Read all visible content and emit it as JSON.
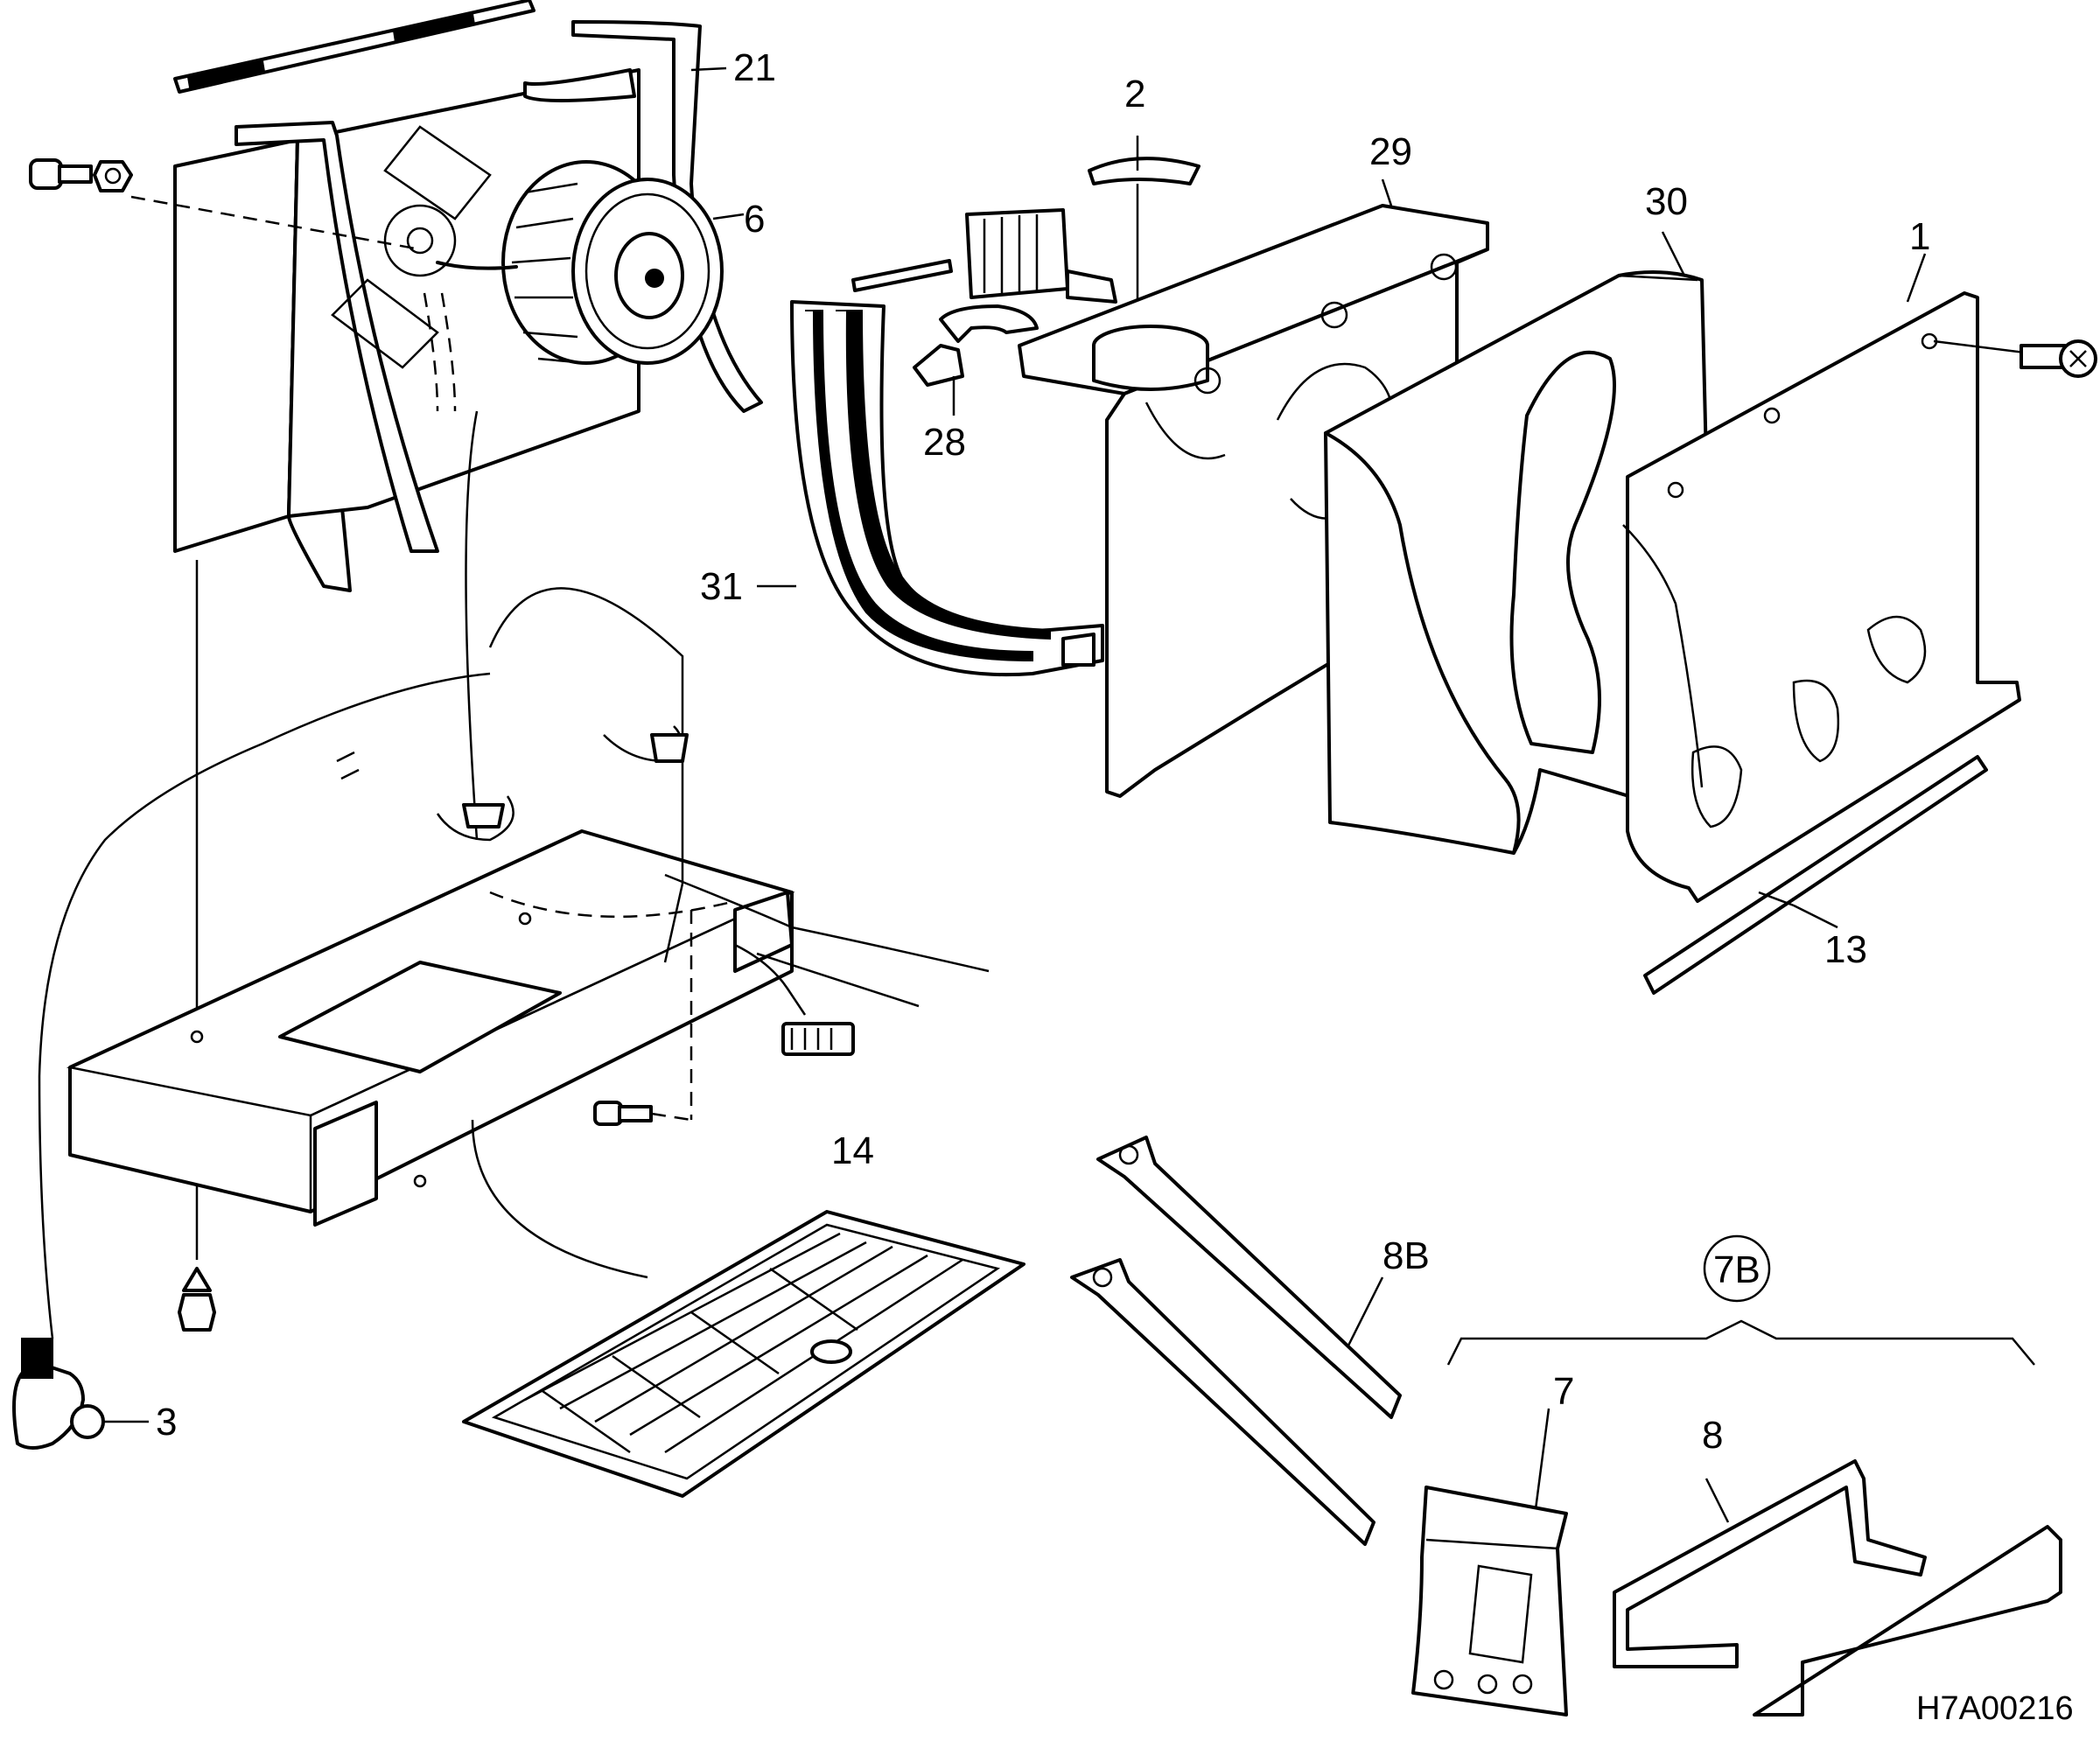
{
  "drawing_code": "H7A00216",
  "callouts": [
    {
      "id": "label-21",
      "text": "21"
    },
    {
      "id": "label-6",
      "text": "6"
    },
    {
      "id": "label-2",
      "text": "2"
    },
    {
      "id": "label-29",
      "text": "29"
    },
    {
      "id": "label-30",
      "text": "30"
    },
    {
      "id": "label-1",
      "text": "1"
    },
    {
      "id": "label-28",
      "text": "28"
    },
    {
      "id": "label-31",
      "text": "31"
    },
    {
      "id": "label-13",
      "text": "13"
    },
    {
      "id": "label-14",
      "text": "14"
    },
    {
      "id": "label-8b",
      "text": "8B"
    },
    {
      "id": "label-7b",
      "text": "7B"
    },
    {
      "id": "label-7",
      "text": "7"
    },
    {
      "id": "label-8",
      "text": "8"
    },
    {
      "id": "label-3",
      "text": "3"
    }
  ]
}
